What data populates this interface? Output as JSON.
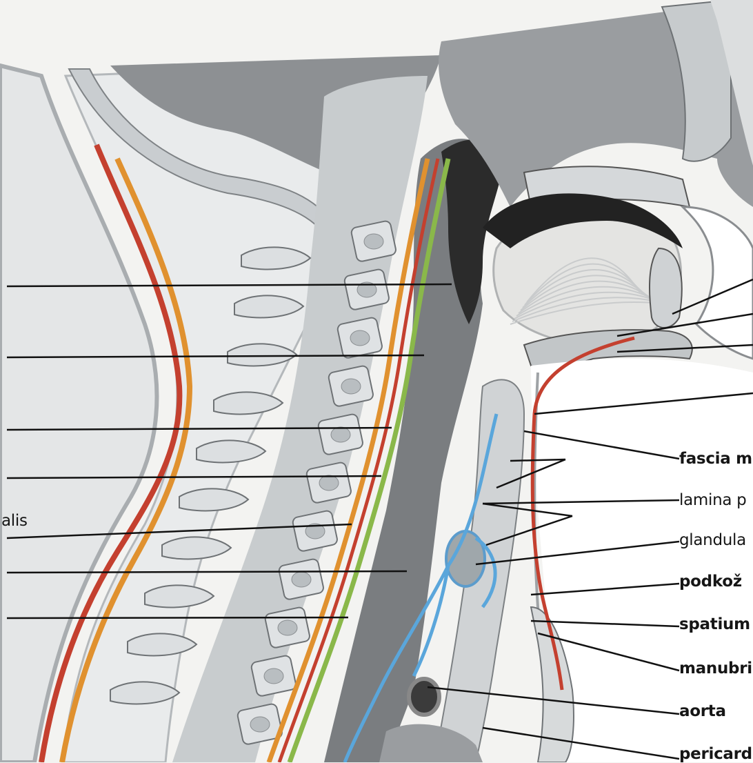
{
  "figure": {
    "labels_left": [
      {
        "text": ""
      },
      {
        "text": ""
      },
      {
        "text": ""
      },
      {
        "text": ""
      },
      {
        "text": "alis"
      },
      {
        "text": ""
      },
      {
        "text": ""
      }
    ],
    "labels_right": [
      {
        "text": "fascia m",
        "style": "bold"
      },
      {
        "text": "lamina p",
        "style": "normal"
      },
      {
        "text": "glandula",
        "style": "normal"
      },
      {
        "text": "podkož",
        "style": "bold"
      },
      {
        "text": "spatium",
        "style": "bold"
      },
      {
        "text": "manubri",
        "style": "bold"
      },
      {
        "text": "aorta",
        "style": "bold"
      },
      {
        "text": "pericard",
        "style": "bold"
      }
    ]
  },
  "colors": {
    "background": "#f3f3f1",
    "bone": "#cfd3d6",
    "soft_tissue": "#8a8d90",
    "dark_cavity": "#2e2e2e",
    "vertebra": "#dfe2e4",
    "artery_red": "#c4402f",
    "artery_orange": "#e0912f",
    "nerve_green": "#8ab84a",
    "vein_blue": "#5aa6db",
    "leader_line": "#111111"
  }
}
